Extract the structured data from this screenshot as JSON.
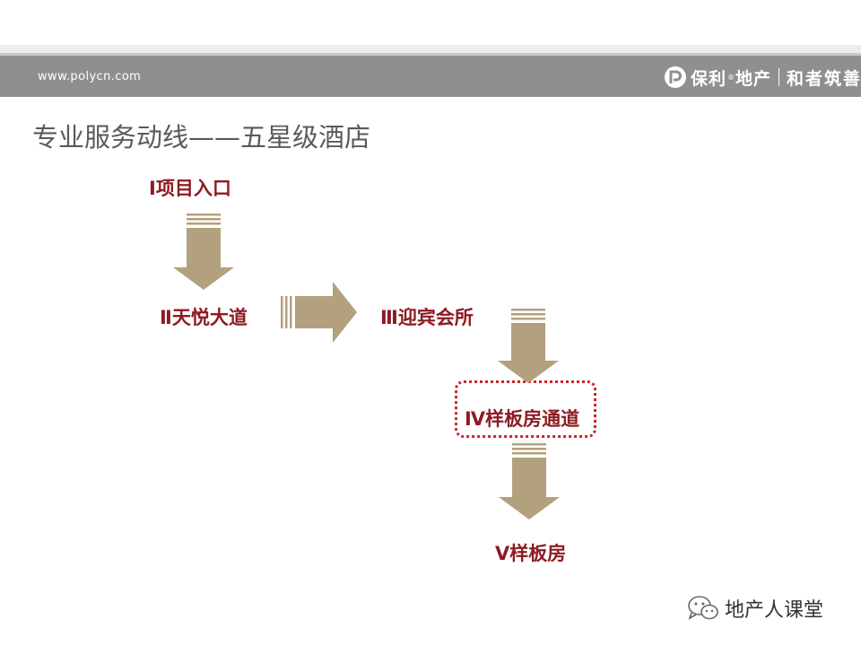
{
  "header": {
    "website": "www.polycn.com",
    "brand": "保利",
    "brand_suffix": "地产",
    "slogan": "和者筑善"
  },
  "slide": {
    "title": "专业服务动线——五星级酒店"
  },
  "flow": {
    "steps": [
      {
        "label": "Ⅰ项目入口"
      },
      {
        "label": "Ⅱ天悦大道"
      },
      {
        "label": "Ⅲ迎宾会所"
      },
      {
        "label": "Ⅳ样板房通道",
        "highlighted": true
      },
      {
        "label": "Ⅴ样板房"
      }
    ]
  },
  "footer": {
    "watermark": "地产人课堂"
  },
  "colors": {
    "header_band": "#8f8f8f",
    "title_text": "#5a5a5a",
    "step_text": "#8e1b22",
    "arrow_fill": "#b3a07e",
    "highlight_border": "#c9252c"
  }
}
